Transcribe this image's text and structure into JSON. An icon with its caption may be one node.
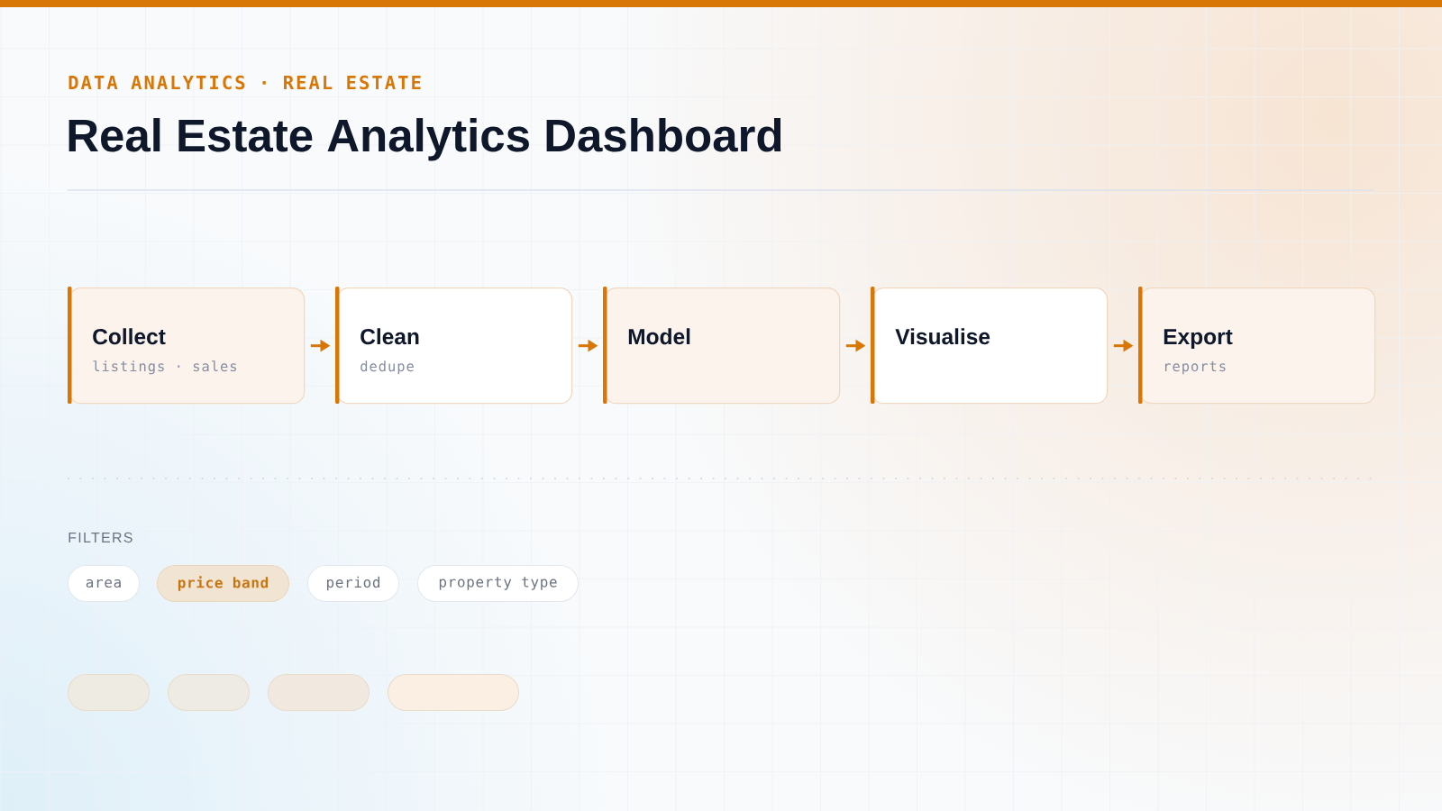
{
  "diagram": {
    "title": "Real Estate Analytics Dashboard",
    "nodes": [
      {
        "text": [
          "Collect",
          "listings · sales"
        ]
      },
      {
        "text": [
          "Clean",
          "dedupe"
        ]
      },
      {
        "text": [
          "Model"
        ]
      },
      {
        "text": [
          "Visualise"
        ]
      },
      {
        "text": [
          "Export",
          "reports"
        ]
      },
      {
        "text": [
          "area"
        ]
      },
      {
        "text": [
          "price band"
        ]
      },
      {
        "text": [
          "period"
        ]
      },
      {
        "text": [
          "property type"
        ]
      },
      {
        "text": [],
        "shape": "box"
      },
      {
        "text": [],
        "shape": "box"
      },
      {
        "text": [],
        "shape": "box"
      },
      {
        "text": [],
        "shape": "box"
      }
    ],
    "edges": [
      {
        "from": 0,
        "to": 1,
        "arrow": "to"
      },
      {
        "from": 1,
        "to": 2,
        "arrow": "to"
      },
      {
        "from": 2,
        "to": 3,
        "arrow": "to"
      },
      {
        "from": 3,
        "to": 4,
        "arrow": "to"
      }
    ],
    "labels": [
      "DATA ANALYTICS · REAL ESTATE",
      "FILTERS"
    ]
  }
}
